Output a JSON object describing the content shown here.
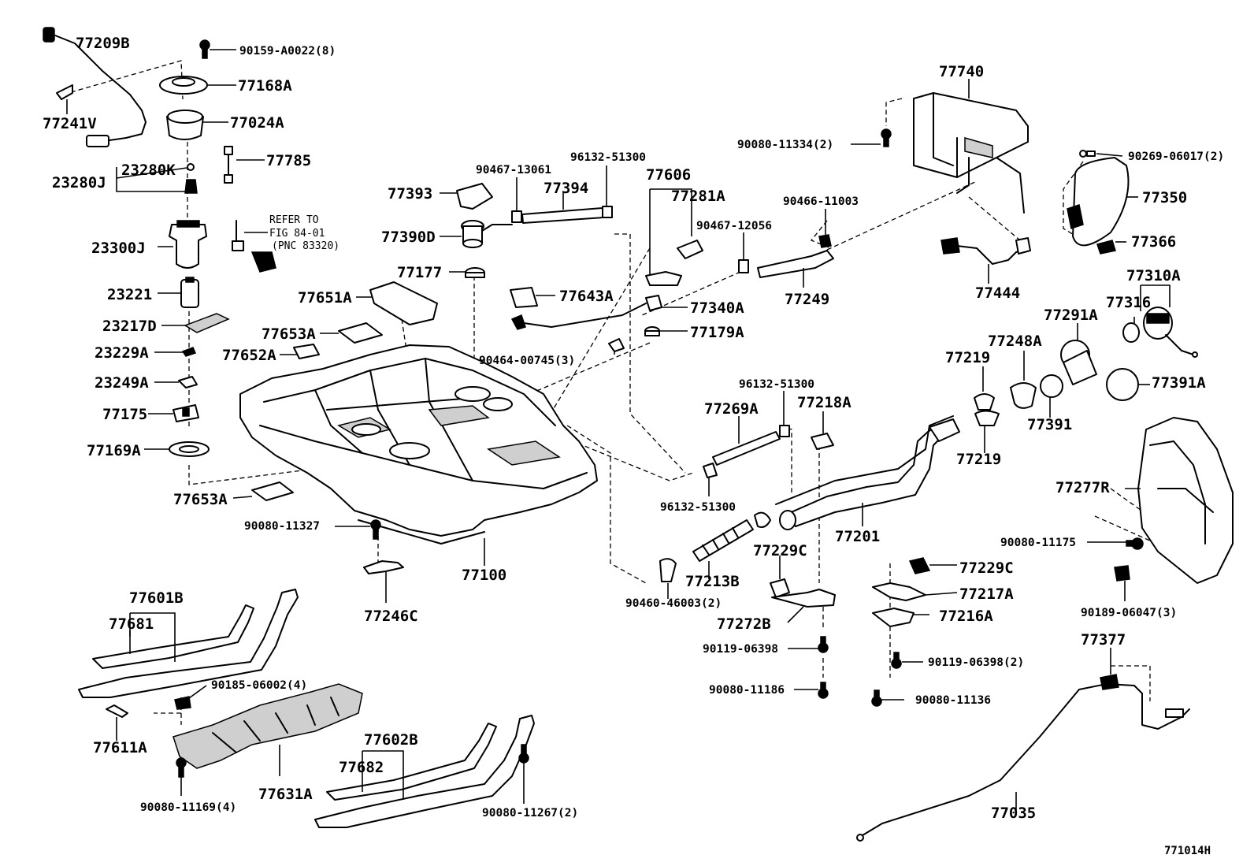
{
  "diagram": {
    "drawing_code": "771014H",
    "note": [
      "REFER TO",
      "FIG 84-01",
      "(PNC 83320)"
    ],
    "labels": {
      "p77209B": "77209B",
      "p90159_A0022": "90159-A0022(8)",
      "p77168A": "77168A",
      "p77241V": "77241V",
      "p77024A": "77024A",
      "p77785": "77785",
      "p23280K": "23280K",
      "p23280J": "23280J",
      "p23300J": "23300J",
      "p23221": "23221",
      "p23217D": "23217D",
      "p23229A": "23229A",
      "p23249A": "23249A",
      "p77175": "77175",
      "p77169A": "77169A",
      "p77653A_top": "77653A",
      "p77652A": "77652A",
      "p77651A": "77651A",
      "p77653A_bot": "77653A",
      "p77393": "77393",
      "p77390D": "77390D",
      "p77177": "77177",
      "p90467_13061": "90467-13061",
      "p77394": "77394",
      "p96132_51300_a": "96132-51300",
      "p77606": "77606",
      "p77281A": "77281A",
      "p90467_12056": "90467-12056",
      "p77643A": "77643A",
      "p77340A": "77340A",
      "p77179A": "77179A",
      "p90464_00745": "90464-00745(3)",
      "p90466_11003": "90466-11003",
      "p77249": "77249",
      "p77740": "77740",
      "p90080_11334": "90080-11334(2)",
      "p77444": "77444",
      "p90269_06017": "90269-06017(2)",
      "p77350": "77350",
      "p77366": "77366",
      "p77310A": "77310A",
      "p77316": "77316",
      "p77291A": "77291A",
      "p77248A": "77248A",
      "p77219_top": "77219",
      "p77219_bot": "77219",
      "p77391": "77391",
      "p77391A": "77391A",
      "p96132_51300_b": "96132-51300",
      "p77269A": "77269A",
      "p77218A": "77218A",
      "p96132_51300_c": "96132-51300",
      "p77201": "77201",
      "p77277R": "77277R",
      "p90080_11175": "90080-11175",
      "p90189_06047": "90189-06047(3)",
      "p90080_11327": "90080-11327",
      "p77100": "77100",
      "p77246C": "77246C",
      "p77213B": "77213B",
      "p90460_46003": "90460-46003(2)",
      "p77229C_l": "77229C",
      "p77272B": "77272B",
      "p77229C_r": "77229C",
      "p77217A": "77217A",
      "p77216A": "77216A",
      "p90119_06398_l": "90119-06398",
      "p90119_06398_r": "90119-06398(2)",
      "p90080_11186": "90080-11186",
      "p90080_11136": "90080-11136",
      "p77377": "77377",
      "p77035": "77035",
      "p77601B": "77601B",
      "p77681": "77681",
      "p77611A": "77611A",
      "p90185_06002": "90185-06002(4)",
      "p77631A": "77631A",
      "p90080_11169": "90080-11169(4)",
      "p77602B": "77602B",
      "p77682": "77682",
      "p90080_11267": "90080-11267(2)"
    }
  }
}
